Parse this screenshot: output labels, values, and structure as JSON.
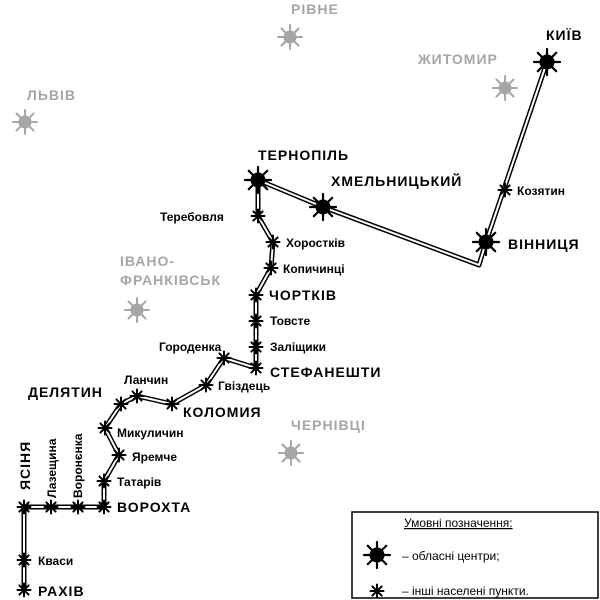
{
  "colors": {
    "route": "#000000",
    "background_region": "#a6a6a6",
    "background": "#ffffff"
  },
  "background_centers": [
    {
      "id": "rivne",
      "label": "РІВНЕ"
    },
    {
      "id": "lviv",
      "label": "ЛЬВІВ"
    },
    {
      "id": "zhytomyr",
      "label": "ЖИТОМИР"
    },
    {
      "id": "ivano",
      "label": [
        "ІВАНО-",
        "ФРАНКІВСЬК"
      ]
    },
    {
      "id": "chernivtsi",
      "label": "ЧЕРНІВЦІ"
    }
  ],
  "route_centers": [
    {
      "id": "kyiv",
      "label": "КИЇВ"
    },
    {
      "id": "ternopil",
      "label": "ТЕРНОПІЛЬ"
    },
    {
      "id": "khmelnytskyi",
      "label": "ХМЕЛЬНИЦЬКИЙ"
    },
    {
      "id": "vinnytsia",
      "label": "ВІННИЦЯ"
    }
  ],
  "route_points": [
    {
      "id": "kozyatyn",
      "label": "Козятин"
    },
    {
      "id": "terebovlia",
      "label": "Теребовля"
    },
    {
      "id": "khorostkiv",
      "label": "Хоростків"
    },
    {
      "id": "kopychyntsi",
      "label": "Копичинці"
    },
    {
      "id": "chortkiv",
      "label": "ЧОРТКІВ"
    },
    {
      "id": "tovste",
      "label": "Товсте"
    },
    {
      "id": "zalishchyky",
      "label": "Заліщики"
    },
    {
      "id": "horodenka",
      "label": "Городенка"
    },
    {
      "id": "stefaneshty",
      "label": "СТЕФАНЕШТИ"
    },
    {
      "id": "hvizdets",
      "label": "Гвіздець"
    },
    {
      "id": "lanchyn",
      "label": "Ланчин"
    },
    {
      "id": "deliatyn",
      "label": "ДЕЛЯТИН"
    },
    {
      "id": "kolomyia",
      "label": "КОЛОМИЯ"
    },
    {
      "id": "mykulychyn",
      "label": "Микуличин"
    },
    {
      "id": "yaremche",
      "label": "Яремче"
    },
    {
      "id": "tatariv",
      "label": "Татарів"
    },
    {
      "id": "vorokhta",
      "label": "ВОРОХТА"
    },
    {
      "id": "vorokhta_vertical",
      "label": "Воронєнка"
    },
    {
      "id": "lazeshchyna",
      "label": "Лазещина"
    },
    {
      "id": "yasinia",
      "label": "ЯСІНЯ"
    },
    {
      "id": "kvasy",
      "label": "Кваси"
    },
    {
      "id": "rakhiv",
      "label": "РАХІВ"
    }
  ],
  "legend": {
    "title": "Умовні позначення:",
    "items": [
      {
        "icon": "regional-center-icon",
        "text": "– обласні центри;"
      },
      {
        "icon": "settlement-icon",
        "text": "– інші населені пункти."
      }
    ]
  }
}
